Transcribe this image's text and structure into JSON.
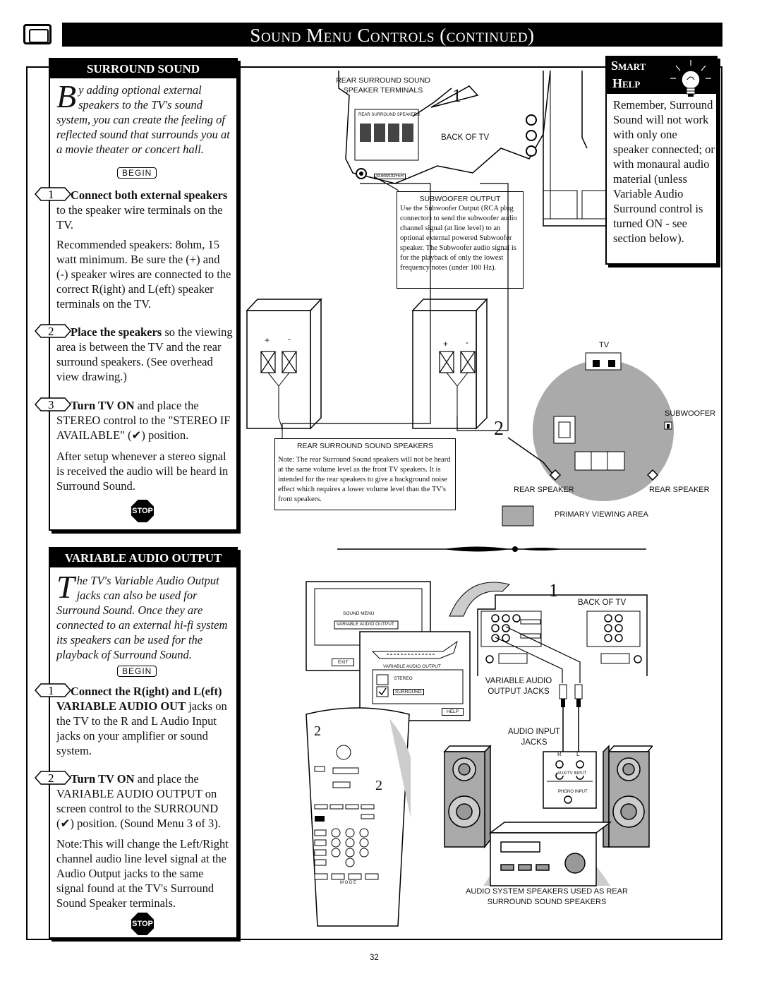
{
  "page_title": "Sound Menu Controls (continued)",
  "page_number": "32",
  "surround": {
    "heading": "SURROUND SOUND",
    "intro_cap": "B",
    "intro_rest": "y adding optional external speakers to the TV's sound system, you can create the feeling of reflected sound that surrounds you at a movie theater or concert hall.",
    "begin": "BEGIN",
    "step1_bold": "Connect both external speakers",
    "step1_rest": " to the speaker wire terminals on the TV.",
    "step1_note": "Recommended speakers: 8ohm, 15 watt minimum. Be sure the (+) and (-) speaker wires are connected to the correct R(ight) and L(eft) speaker terminals on the TV.",
    "step2_bold": "Place the speakers",
    "step2_rest": " so the viewing area is between the TV and the rear surround speakers. (See overhead view drawing.)",
    "step3_bold": "Turn TV ON",
    "step3_rest": " and place the STEREO control to the \"STEREO IF AVAILABLE\" (✔) position.",
    "step3_note": "After setup whenever a stereo signal is received the audio will be heard in Surround Sound.",
    "stop": "STOP"
  },
  "variable": {
    "heading": "VARIABLE AUDIO OUTPUT",
    "intro_cap": "T",
    "intro_rest": "he TV's Variable Audio Output jacks can also be used for Surround Sound. Once they are connected to an external hi-fi system its speakers can be used for the playback of Surround Sound.",
    "begin": "BEGIN",
    "step1_bold": "Connect the R(ight) and L(eft) VARIABLE AUDIO OUT",
    "step1_rest": " jacks on the TV to the R and L Audio Input jacks on your amplifier or sound system.",
    "step2_bold": "Turn TV ON",
    "step2_rest": " and place the VARIABLE AUDIO OUTPUT on screen control to the SURROUND (✔) position. (Sound Menu 3 of 3).",
    "step2_note": "Note:This will change the Left/Right channel audio line level signal at the Audio Output jacks to the same signal found at the TV's Surround Sound Speaker terminals.",
    "stop": "STOP"
  },
  "smart_help": {
    "title_1": "Smart",
    "title_2": "Help",
    "text": "Remember, Surround Sound will not work with only one speaker connected; or with monaural audio material (unless Variable Audio Surround control is turned ON - see section below)."
  },
  "diagram_top": {
    "rear_terminals_label": "REAR  SURROUND SOUND SPEAKER TERMINALS",
    "back_of_tv": "BACK OF TV",
    "rear_speakers_tag": "REAR SURROUND SPEAKERS",
    "subwoofer_tag": "SUBWOOFER",
    "subwoofer_output_title": "SUBWOOFER OUTPUT",
    "subwoofer_output_text": "Use the Subwoofer Output (RCA plug connector) to send the subwoofer audio channel signal (at line level) to an optional external powered Subwoofer speaker. The Subwoofer audio signal is for the playback of only the lowest frequency notes (under 100 Hz).",
    "rear_speakers_title": "REAR SURROUND SOUND SPEAKERS",
    "rear_speakers_note": "Note: The rear Surround Sound speakers will not be heard at the same volume level as the front TV speakers. It is intended for the rear speakers to give a background noise effect which requires a lower volume level than the TV's front speakers.",
    "tv": "TV",
    "subwoofer": "SUBWOOFER",
    "rear_speaker_left": "REAR SPEAKER",
    "rear_speaker_right": "REAR SPEAKER",
    "primary_viewing": "PRIMARY VIEWING AREA",
    "step_1": "1",
    "step_2": "2",
    "plus": "+",
    "minus": "-"
  },
  "diagram_bottom": {
    "back_of_tv": "BACK OF TV",
    "variable_jacks": "VARIABLE AUDIO OUTPUT JACKS",
    "audio_input": "AUDIO INPUT JACKS",
    "aux_input": "AUX/TV INPUT",
    "phono_input": "PHONO INPUT",
    "caption": "AUDIO SYSTEM SPEAKERS USED AS REAR SURROUND SOUND SPEAKERS",
    "menu_title": "SOUND MENU",
    "menu_item": "VARIABLE AUDIO OUTPUT",
    "exit": "EXIT",
    "help": "HELP",
    "sub_title": "VARIABLE AUDIO OUTPUT",
    "opt_stereo": "STEREO",
    "opt_surround": "SURROUND",
    "step_1": "1",
    "step_2a": "2",
    "step_2b": "2",
    "remote_mode": "M  O  D  E",
    "r": "R",
    "l": "L"
  }
}
